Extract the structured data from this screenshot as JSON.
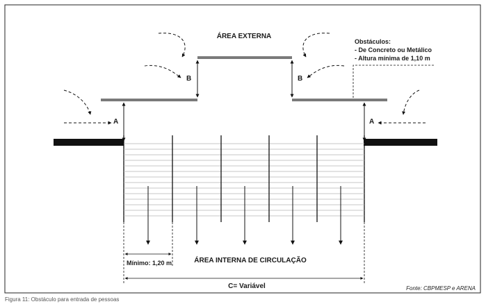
{
  "labels": {
    "external_area": "ÁREA EXTERNA",
    "internal_area": "ÁREA INTERNA DE CIRCULAÇÃO",
    "obstacles_title": "Obstáculos:",
    "obstacles_line1": "- De Concreto ou Metálico",
    "obstacles_line2": "- Altura mínima de 1,10 m",
    "dim_b_left": "B",
    "dim_b_right": "B",
    "dim_a_left": "A",
    "dim_a_right": "A",
    "minimum": "Mínimo: 1,20 m",
    "variable": "C= Variável",
    "source": "Fonte: CBPMESP e ARENA",
    "figure_caption": "Figura 11: Obstáculo para entrada de pessoas"
  }
}
